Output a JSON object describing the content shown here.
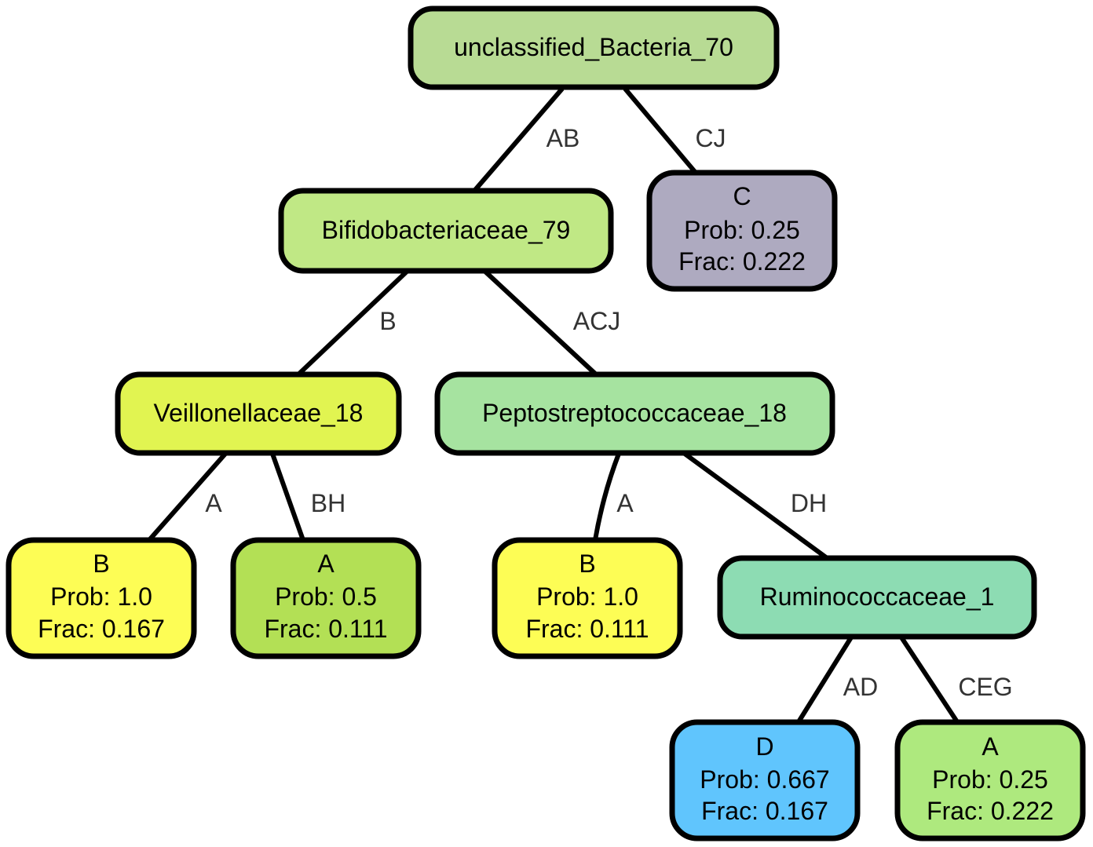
{
  "tree": {
    "nodes": {
      "root": {
        "title": "unclassified_Bacteria_70",
        "color": "#b8db94"
      },
      "bifido": {
        "title": "Bifidobacteriaceae_79",
        "color": "#c0e885"
      },
      "leaf_c": {
        "title": "C",
        "prob": "Prob: 0.25",
        "frac": "Frac: 0.222",
        "color": "#aeaac0"
      },
      "veillo": {
        "title": "Veillonellaceae_18",
        "color": "#e1f451"
      },
      "pepto": {
        "title": "Peptostreptococcaceae_18",
        "color": "#a6e3a0"
      },
      "leaf_b1": {
        "title": "B",
        "prob": "Prob: 1.0",
        "frac": "Frac: 0.167",
        "color": "#fdfd55"
      },
      "leaf_a1": {
        "title": "A",
        "prob": "Prob: 0.5",
        "frac": "Frac: 0.111",
        "color": "#b3e055"
      },
      "leaf_b2": {
        "title": "B",
        "prob": "Prob: 1.0",
        "frac": "Frac: 0.111",
        "color": "#fdfd55"
      },
      "rumino": {
        "title": "Ruminococcaceae_1",
        "color": "#8ddcb3"
      },
      "leaf_d": {
        "title": "D",
        "prob": "Prob: 0.667",
        "frac": "Frac: 0.167",
        "color": "#60c5fd"
      },
      "leaf_a2": {
        "title": "A",
        "prob": "Prob: 0.25",
        "frac": "Frac: 0.222",
        "color": "#aee97e"
      }
    },
    "edges": {
      "root_bifido": "AB",
      "root_c": "CJ",
      "bifido_veillo": "B",
      "bifido_pepto": "ACJ",
      "veillo_b1": "A",
      "veillo_a1": "BH",
      "pepto_b2": "A",
      "pepto_rumino": "DH",
      "rumino_d": "AD",
      "rumino_a2": "CEG"
    }
  }
}
